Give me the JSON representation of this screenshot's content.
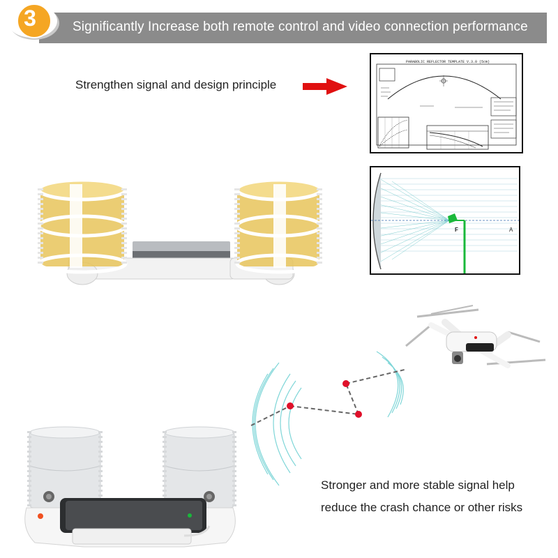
{
  "header": {
    "step_number": "3",
    "title": "Significantly Increase both remote control and video connection performance"
  },
  "principle": {
    "caption": "Strengthen signal and design principle",
    "template_title": "PARABOLIC REFLECTOR TEMPLATE V.3.0 (5cm)",
    "focus_label": "F",
    "axis_label": "A"
  },
  "benefit": {
    "line1": "Stronger and more stable signal help",
    "line2": "reduce the crash chance or other risks"
  },
  "colors": {
    "banner": "#8b8b8b",
    "badge": "#f5a623",
    "arrow": "#e01010",
    "signal_wave": "#7fd6d8",
    "signal_dot": "#e0102a",
    "reflector_ray": "#9fd0dc",
    "focus": "#19b83a",
    "gold": "#e8c45a"
  },
  "icons": {
    "badge": "number-badge-icon",
    "arrow": "red-arrow-icon",
    "drone": "drone-icon",
    "controller": "remote-controller-icon"
  }
}
